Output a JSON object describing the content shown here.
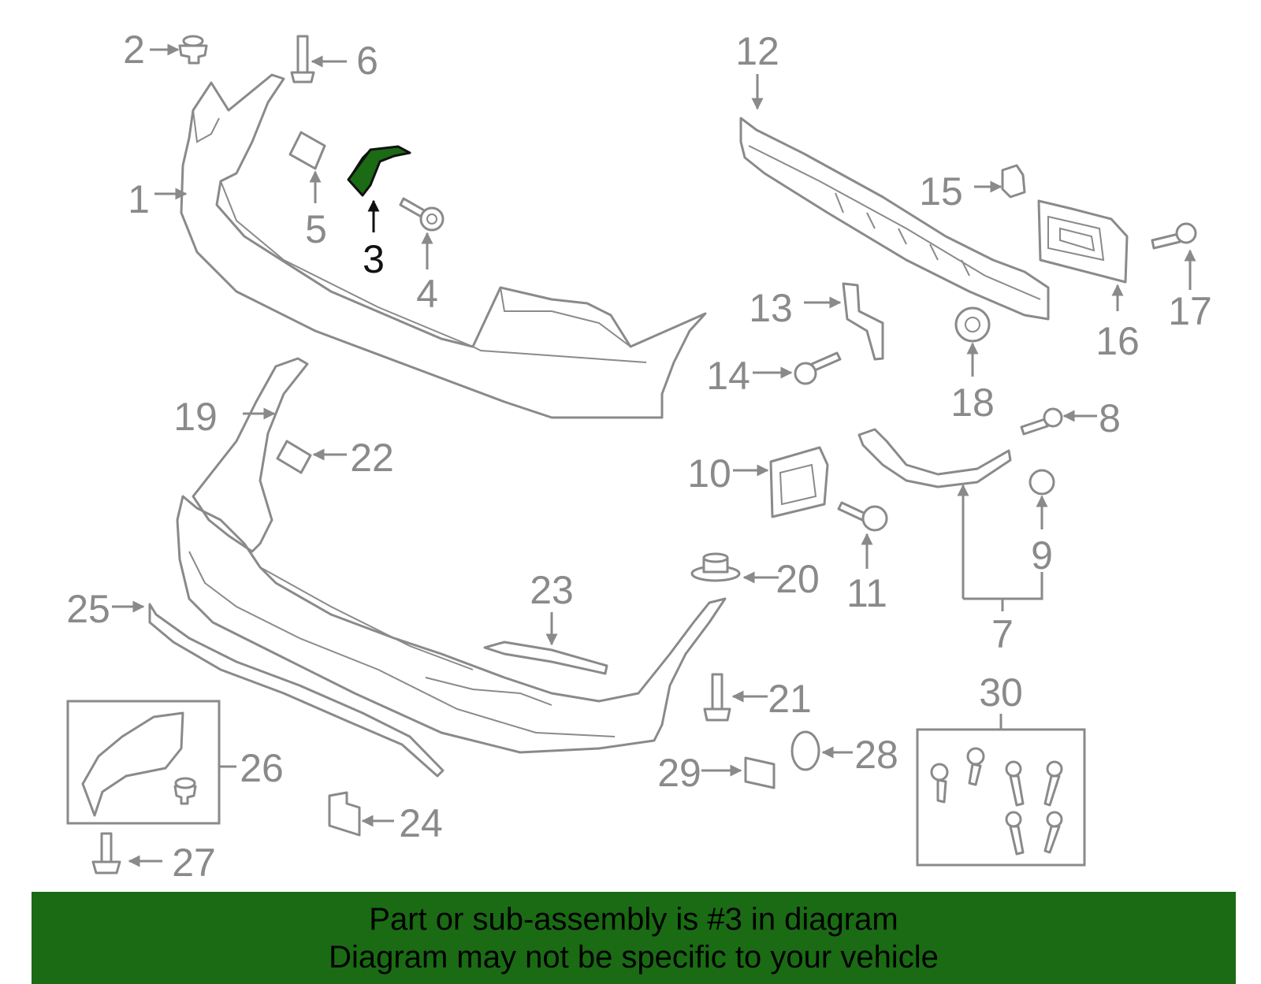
{
  "highlight_color": "#1a6b14",
  "line_color": "#8a8a8a",
  "callouts": {
    "c1": "1",
    "c2": "2",
    "c3": "3",
    "c4": "4",
    "c5": "5",
    "c6": "6",
    "c7": "7",
    "c8": "8",
    "c9": "9",
    "c10": "10",
    "c11": "11",
    "c12": "12",
    "c13": "13",
    "c14": "14",
    "c15": "15",
    "c16": "16",
    "c17": "17",
    "c18": "18",
    "c19": "19",
    "c20": "20",
    "c21": "21",
    "c22": "22",
    "c23": "23",
    "c24": "24",
    "c25": "25",
    "c26": "26",
    "c27": "27",
    "c28": "28",
    "c29": "29",
    "c30": "30"
  },
  "banner": {
    "line1": "Part or sub-assembly is #3 in diagram",
    "line2": "Diagram may not be specific to your vehicle"
  }
}
